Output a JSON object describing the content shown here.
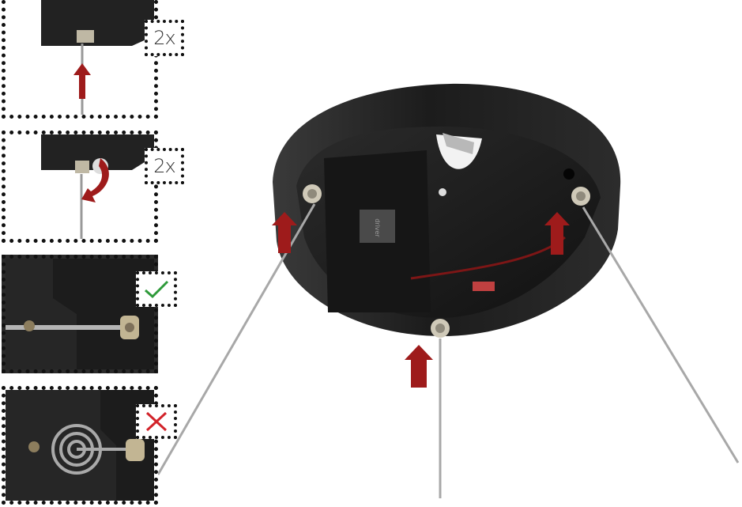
{
  "instructions": {
    "step1": {
      "multiplier": "2x"
    },
    "step2": {
      "multiplier": "2x"
    },
    "correct": {
      "icon": "check-icon",
      "color": "#2e9a3a"
    },
    "incorrect": {
      "icon": "cross-icon",
      "color": "#d2232a"
    }
  },
  "main_view": {
    "arrow_color": "#9e1b1b",
    "arrows": 3,
    "label_on_driver": "driver"
  }
}
